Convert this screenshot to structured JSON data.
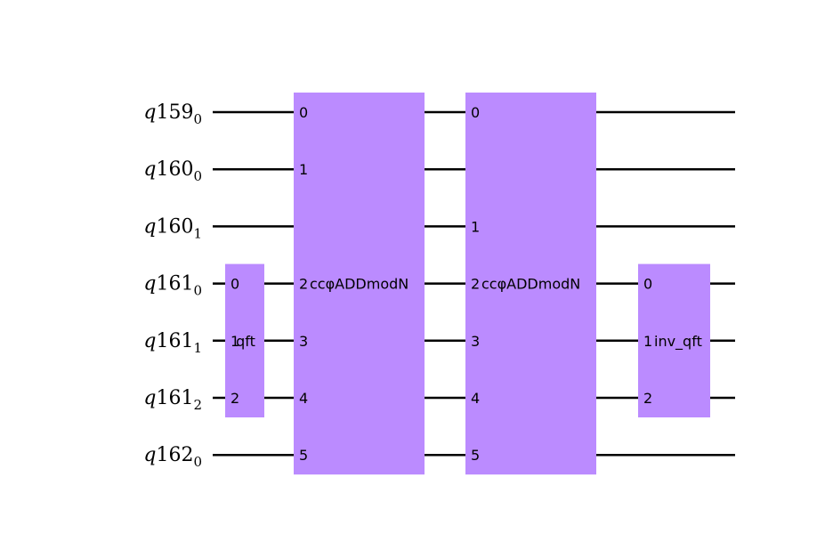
{
  "colors": {
    "gate_fill": "#bb8bff",
    "wire": "#000000",
    "background": "#ffffff"
  },
  "qubits": [
    {
      "reg": "q159",
      "idx": "0"
    },
    {
      "reg": "q160",
      "idx": "0"
    },
    {
      "reg": "q160",
      "idx": "1"
    },
    {
      "reg": "q161",
      "idx": "0"
    },
    {
      "reg": "q161",
      "idx": "1"
    },
    {
      "reg": "q161",
      "idx": "2"
    },
    {
      "reg": "q162",
      "idx": "0"
    }
  ],
  "gates": [
    {
      "id": "qft",
      "name": "qft",
      "pins": [
        {
          "label": "0",
          "wire": 3
        },
        {
          "label": "1",
          "wire": 4
        },
        {
          "label": "2",
          "wire": 5
        }
      ]
    },
    {
      "id": "ccphiadd-1",
      "name": "ccφADDmodN",
      "pins": [
        {
          "label": "0",
          "wire": 0
        },
        {
          "label": "1",
          "wire": 1
        },
        {
          "label": "2",
          "wire": 3
        },
        {
          "label": "3",
          "wire": 4
        },
        {
          "label": "4",
          "wire": 5
        },
        {
          "label": "5",
          "wire": 6
        }
      ]
    },
    {
      "id": "ccphiadd-2",
      "name": "ccφADDmodN",
      "pins": [
        {
          "label": "0",
          "wire": 0
        },
        {
          "label": "1",
          "wire": 2
        },
        {
          "label": "2",
          "wire": 3
        },
        {
          "label": "3",
          "wire": 4
        },
        {
          "label": "4",
          "wire": 5
        },
        {
          "label": "5",
          "wire": 6
        }
      ]
    },
    {
      "id": "inv-qft",
      "name": "inv_qft",
      "pins": [
        {
          "label": "0",
          "wire": 3
        },
        {
          "label": "1",
          "wire": 4
        },
        {
          "label": "2",
          "wire": 5
        }
      ]
    }
  ]
}
